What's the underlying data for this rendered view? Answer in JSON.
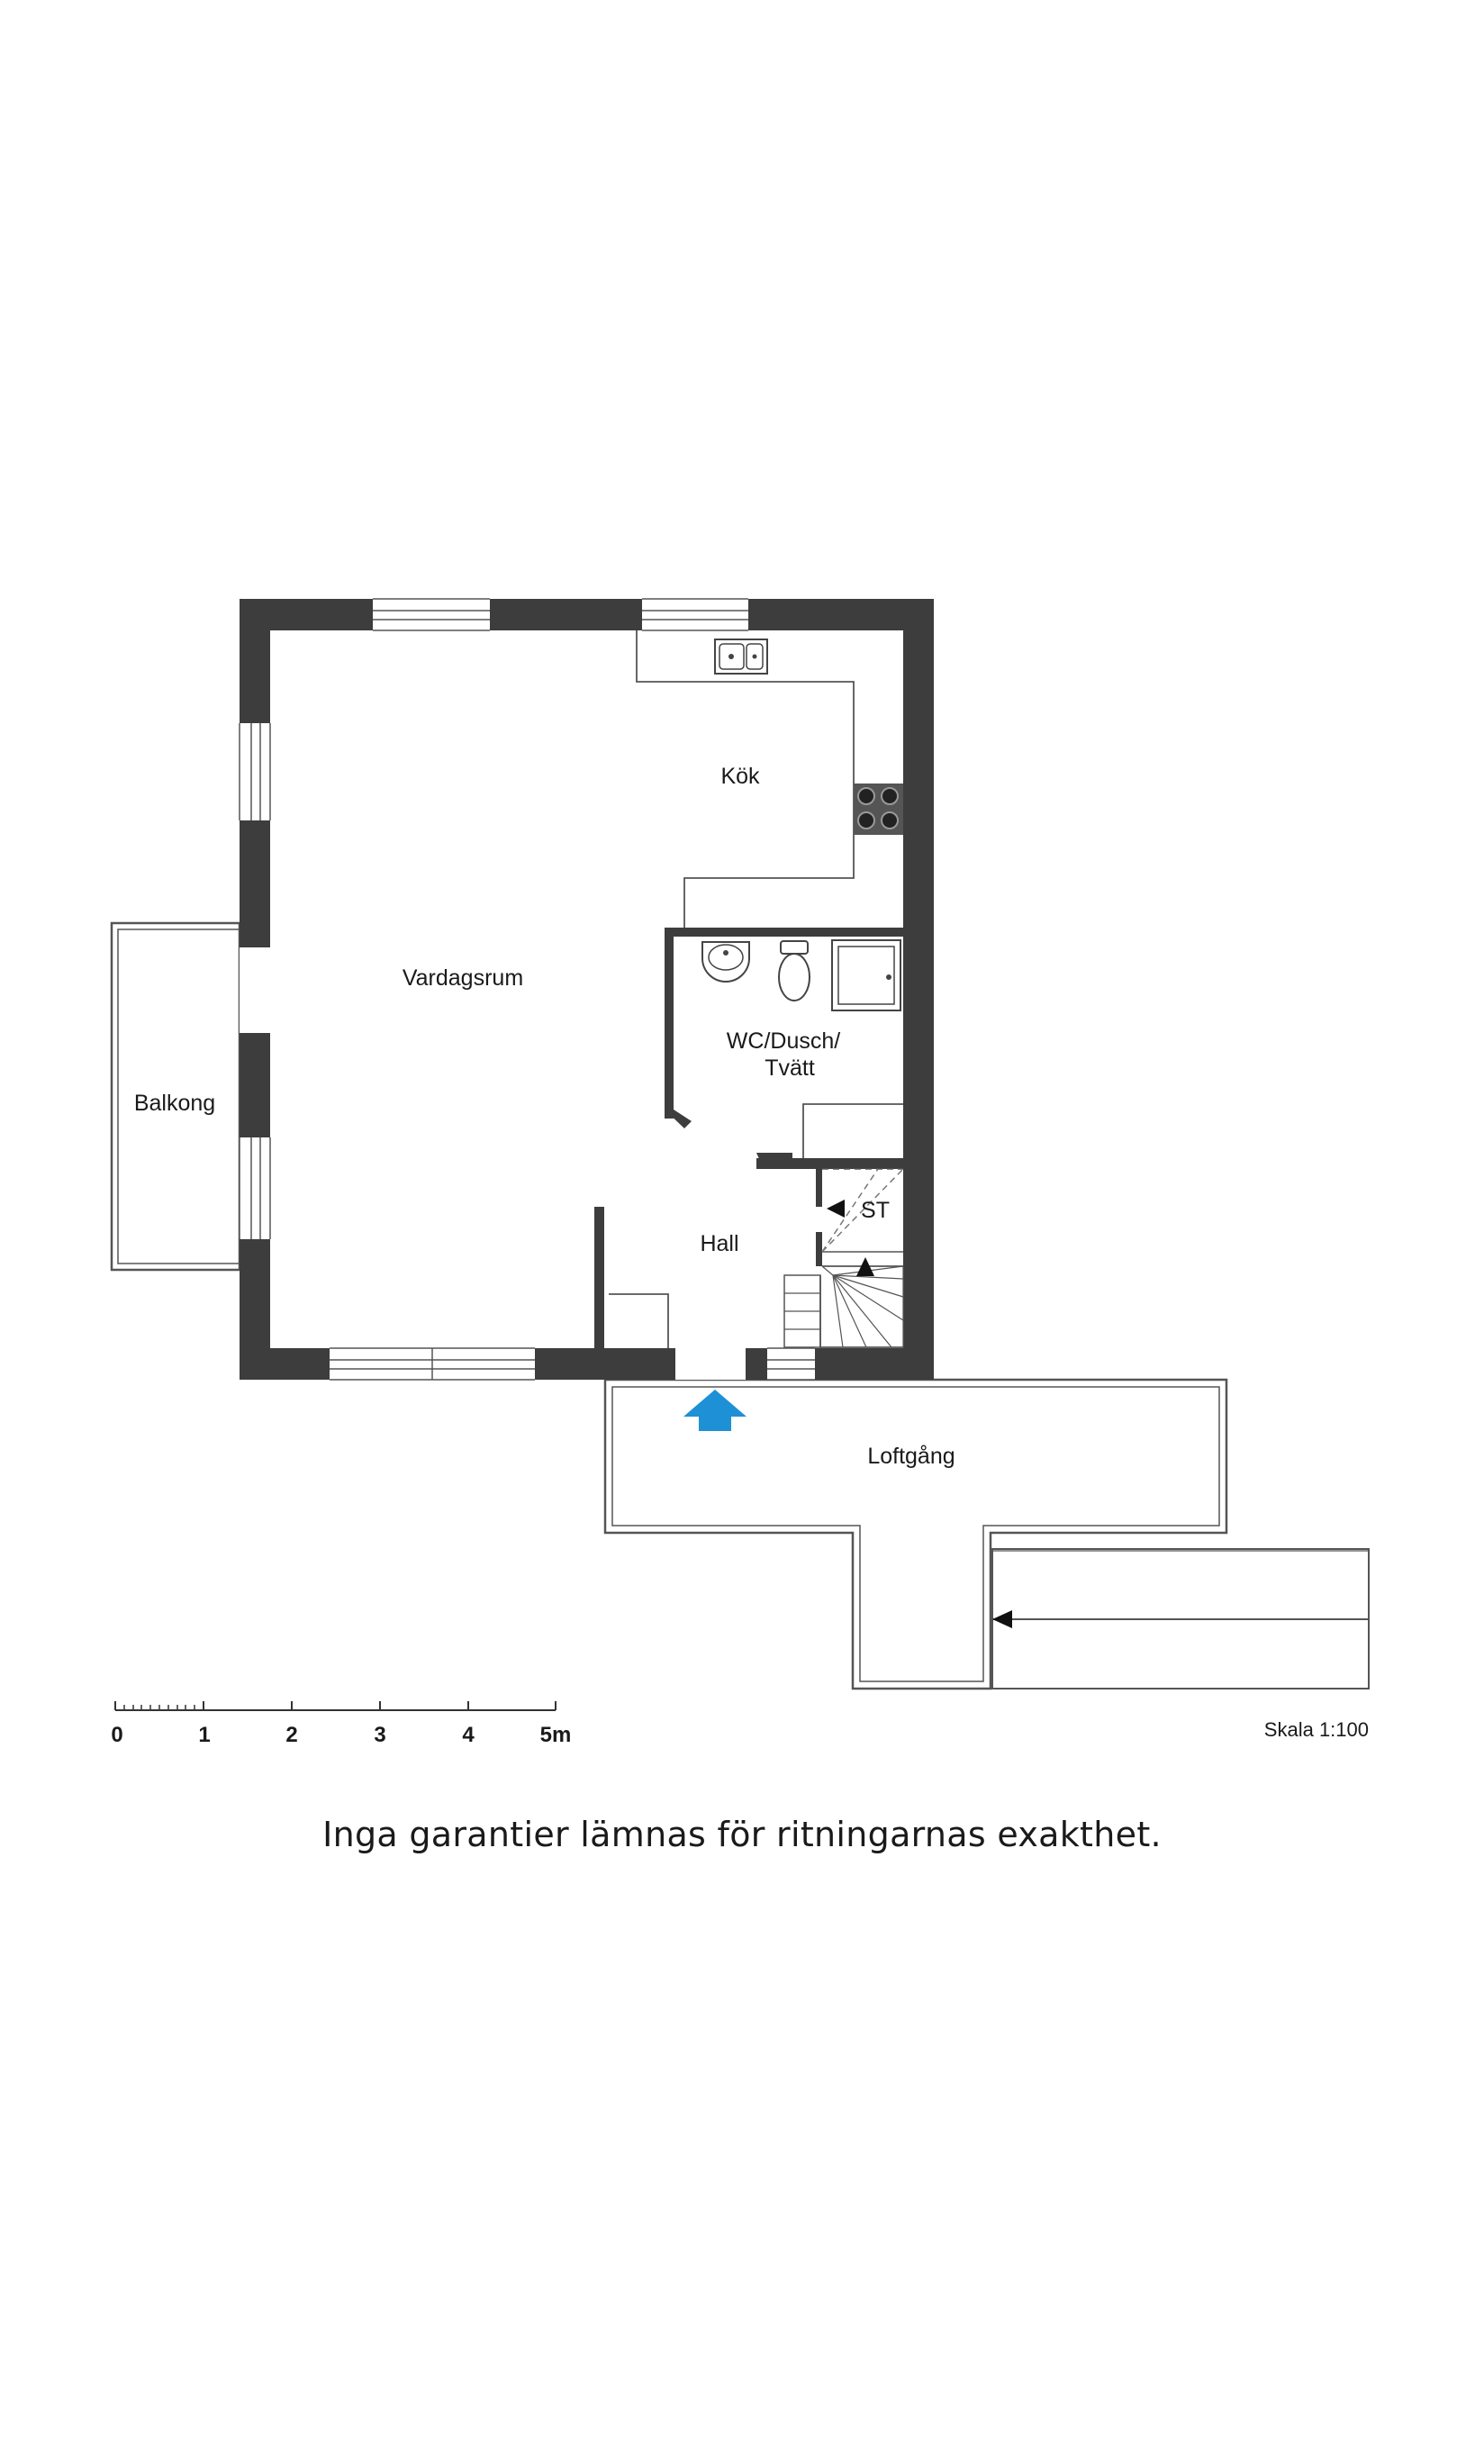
{
  "floor_plan": {
    "rooms": {
      "kitchen": "Kök",
      "living_room": "Vardagsrum",
      "bathroom_line1": "WC/Dusch/",
      "bathroom_line2": "Tvätt",
      "balcony": "Balkong",
      "hall": "Hall",
      "storage": "ST",
      "gallery": "Loftgång"
    },
    "colors": {
      "wall": "#3d3d3d",
      "line": "#555555",
      "entrance_arrow": "#1e90d6"
    },
    "icons": [
      "kitchen-sink-icon",
      "stove-icon",
      "washbasin-icon",
      "toilet-icon",
      "shower-icon",
      "entrance-arrow-icon",
      "stair-arrow-icon"
    ]
  },
  "scale_bar": {
    "ticks": [
      "0",
      "1",
      "2",
      "3",
      "4",
      "5m"
    ],
    "scale_label": "Skala 1:100"
  },
  "disclaimer": "Inga garantier lämnas för ritningarnas exakthet."
}
